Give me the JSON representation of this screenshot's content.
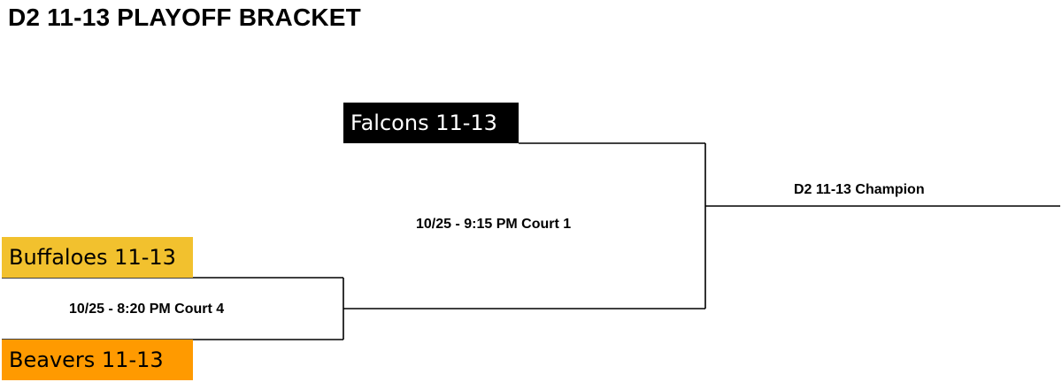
{
  "title": "D2 11-13 PLAYOFF BRACKET",
  "teams": {
    "falcons": {
      "name": "Falcons 11-13",
      "bg": "#000000",
      "fg": "#ffffff"
    },
    "buffaloes": {
      "name": "Buffaloes 11-13",
      "bg": "#f2c12e",
      "fg": "#000000"
    },
    "beavers": {
      "name": "Beavers 11-13",
      "bg": "#ff9a00",
      "fg": "#000000"
    }
  },
  "matches": {
    "round1": "10/25 - 8:20 PM Court 4",
    "final": "10/25 - 9:15 PM Court 1"
  },
  "champion_label": "D2 11-13 Champion"
}
